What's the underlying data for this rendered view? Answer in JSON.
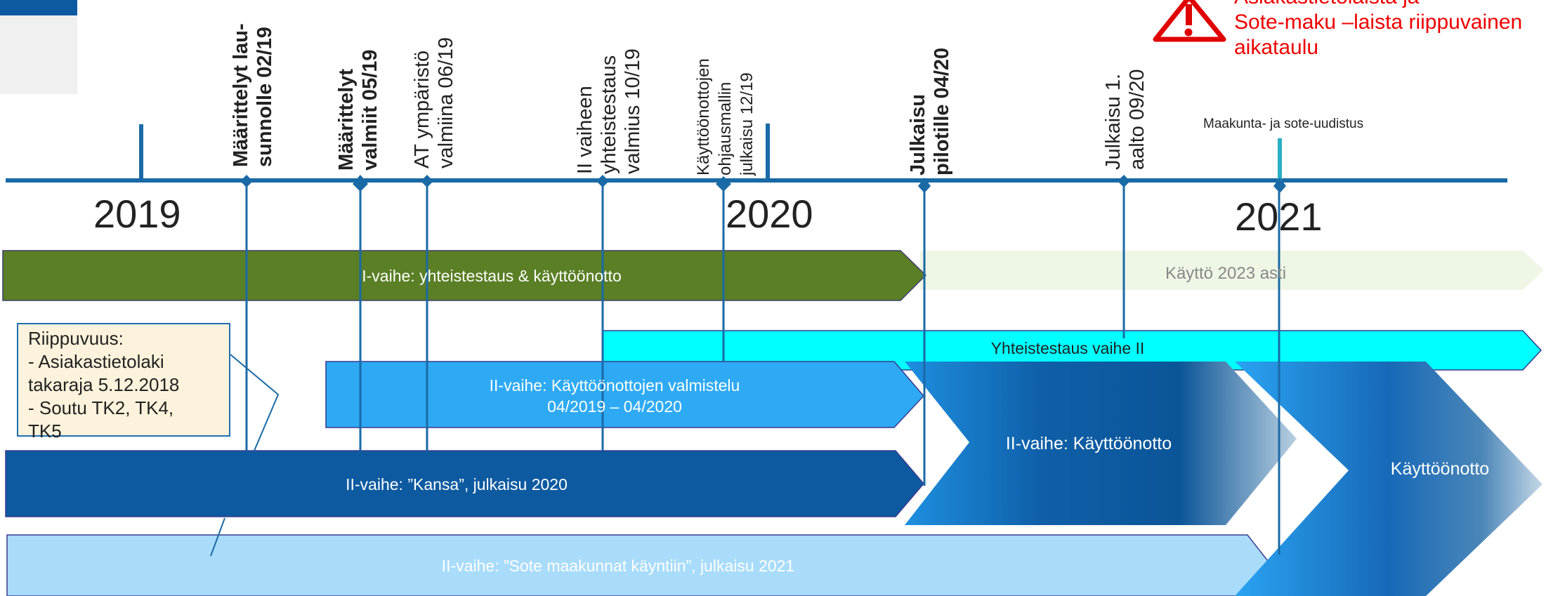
{
  "years": [
    "2019",
    "2020",
    "2021"
  ],
  "milestones": [
    {
      "lines": [
        "Määrittelyt lau-",
        "sunnolle 02/19"
      ],
      "bold": true
    },
    {
      "lines": [
        "Määrittelyt",
        "valmiit 05/19"
      ],
      "bold": true
    },
    {
      "lines": [
        "AT ympäristö",
        "valmiina 06/19"
      ],
      "bold": false
    },
    {
      "lines": [
        "II vaiheen",
        "yhteistestaus",
        "valmius 10/19"
      ],
      "bold": false
    },
    {
      "lines": [
        "Käyttöönottojen",
        "ohjausmallin",
        "julkaisu 12/19"
      ],
      "bold": false
    },
    {
      "lines": [
        "Julkaisu",
        "pilotille 04/20"
      ],
      "bold": true
    },
    {
      "lines": [
        "Julkaisu 1.",
        "aalto 09/20"
      ],
      "bold": false
    }
  ],
  "reform_label": "Maakunta- ja sote-uudistus",
  "warning": {
    "lines": [
      "Asiakastietolaista ja",
      "Sote-maku –laista riippuvainen",
      "aikataulu"
    ],
    "color": "#e00000"
  },
  "dependency": {
    "lines": [
      "Riippuvuus:",
      "- Asiakastietolaki",
      "takaraja 5.12.2018",
      "- Soutu TK2, TK4,",
      "TK5"
    ]
  },
  "bars": {
    "phase1": "I-vaihe: yhteistestaus & käyttöönotto",
    "usage": "Käyttö 2023 asti",
    "test2": "Yhteistestaus vaihe II",
    "prep": [
      "II-vaihe: Käyttöönottojen valmistelu",
      "04/2019 – 04/2020"
    ],
    "kansa": "II-vaihe: ”Kansa”, julkaisu 2020",
    "deploy1": "II-vaihe: Käyttöönotto",
    "deploy2": "Käyttöönotto",
    "sote": "II-vaihe: ”Sote maakunnat käyntiin”, julkaisu 2021"
  },
  "colors": {
    "timeline": "#1a6aa6",
    "phase1": "#5a7f25",
    "usage": "#eef6e6",
    "test2": "#00ffff",
    "prep": "#2eaaf5",
    "kansa": "#0d5aa0",
    "sote": "#a9dcfb",
    "warning": "#e00000"
  }
}
